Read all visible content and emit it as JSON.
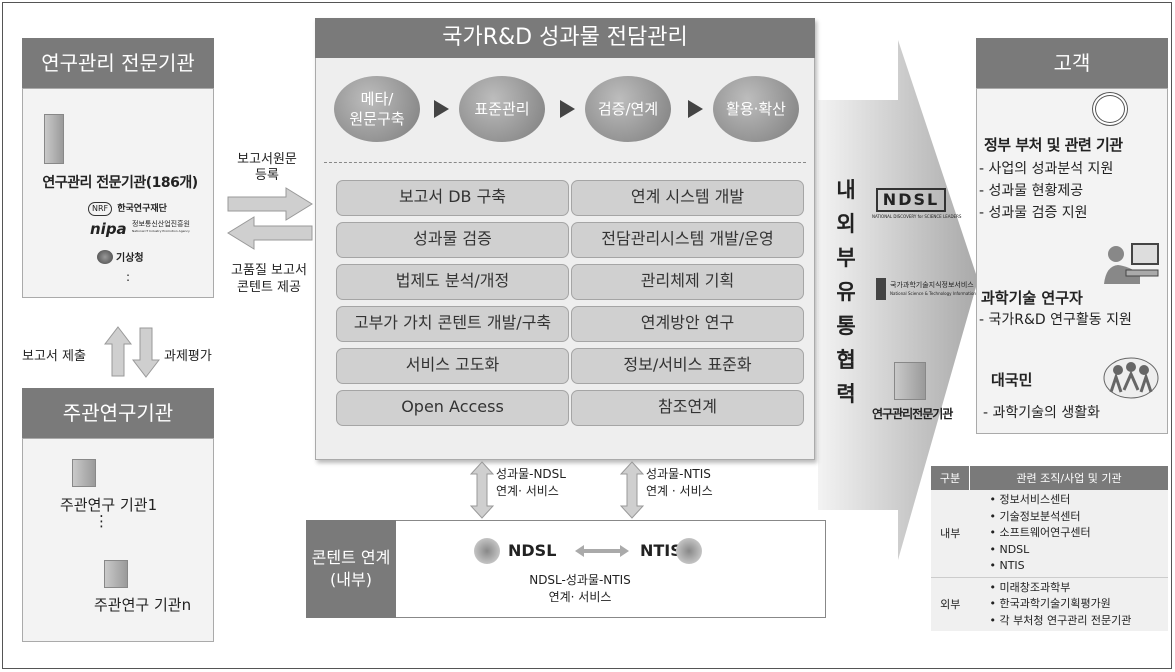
{
  "left": {
    "title": "연구관리 전문기관",
    "org_label": "연구관리 전문기관(186개)",
    "logos": [
      "한국연구재단",
      "nipa",
      "정보통신산업진흥원",
      "기상청"
    ],
    "logo_sub": [
      "NRF",
      "National IT Industry Promotion Agency"
    ],
    "ellipsis": ":",
    "submit_label": "보고서 제출",
    "eval_label": "과제평가"
  },
  "exchange": {
    "register_label": "보고서원문\n등록",
    "content_label": "고품질 보고서\n콘텐트 제공"
  },
  "host": {
    "title": "주관연구기관",
    "item1": "주관연구 기관1",
    "dots": "⋮",
    "itemn": "주관연구 기관n"
  },
  "center": {
    "title": "국가R&D 성과물 전담관리",
    "steps": [
      "메타/\n원문구축",
      "표준관리",
      "검증/연계",
      "활용·확산"
    ],
    "tasks": [
      [
        "보고서 DB 구축",
        "연계 시스템 개발"
      ],
      [
        "성과물 검증",
        "전담관리시스템 개발/운영"
      ],
      [
        "법제도 분석/개정",
        "관리체제 기획"
      ],
      [
        "고부가 가치 콘텐트 개발/구축",
        "연계방안 연구"
      ],
      [
        "서비스 고도화",
        "정보/서비스 표준화"
      ],
      [
        "Open Access",
        "참조연계"
      ]
    ]
  },
  "links": {
    "ndsl": "성과물-NDSL\n연계· 서비스",
    "ntis": "성과물-NTIS\n연계 · 서비스"
  },
  "content_link": {
    "title": "콘텐트 연계\n(내부)",
    "left": "NDSL",
    "right": "NTIS",
    "caption": "NDSL-성과물-NTIS\n연계· 서비스"
  },
  "cooperation": {
    "vertical": [
      "내",
      "외",
      "부",
      "유",
      "통",
      "협",
      "력"
    ],
    "ndsl_logo": "NDSL",
    "ndsl_logo_sub": "NATIONAL DISCOVERY for SCIENCE LEADERS",
    "kisti_logo": "국가과학기술지식정보서비스",
    "kisti_logo_sub": "National Science & Technology Information Service",
    "agency_label": "연구관리전문기관"
  },
  "customer": {
    "title": "고객",
    "gov_title": "정부 부처 및 관련 기관",
    "gov_items": [
      "- 사업의 성과분석 지원",
      "- 성과물 현황제공",
      "- 성과물 검증 지원"
    ],
    "res_title": "과학기술 연구자",
    "res_items": [
      "- 국가R&D 연구활동 지원"
    ],
    "pub_title": "대국민",
    "pub_items": [
      "- 과학기술의 생활화"
    ]
  },
  "legend": {
    "headers": [
      "구분",
      "관련 조직/사업 및 기관"
    ],
    "internal_label": "내부",
    "internal": [
      "• 정보서비스센터",
      "• 기술정보분석센터",
      "• 소프트웨어연구센터",
      "• NDSL",
      "• NTIS"
    ],
    "external_label": "외부",
    "external": [
      "• 미래창조과학부",
      "• 한국과학기술기획평가원",
      "• 각 부처청 연구관리 전문기관"
    ]
  },
  "colors": {
    "panel": "#7a7a7a",
    "pill": "#d0d0d0",
    "arrow": "#cfcfcf",
    "light": "#f3f3f3"
  },
  "icons": [
    "building-icon",
    "government-seal-icon",
    "researcher-computer-icon",
    "people-icon",
    "double-arrow-icon"
  ]
}
